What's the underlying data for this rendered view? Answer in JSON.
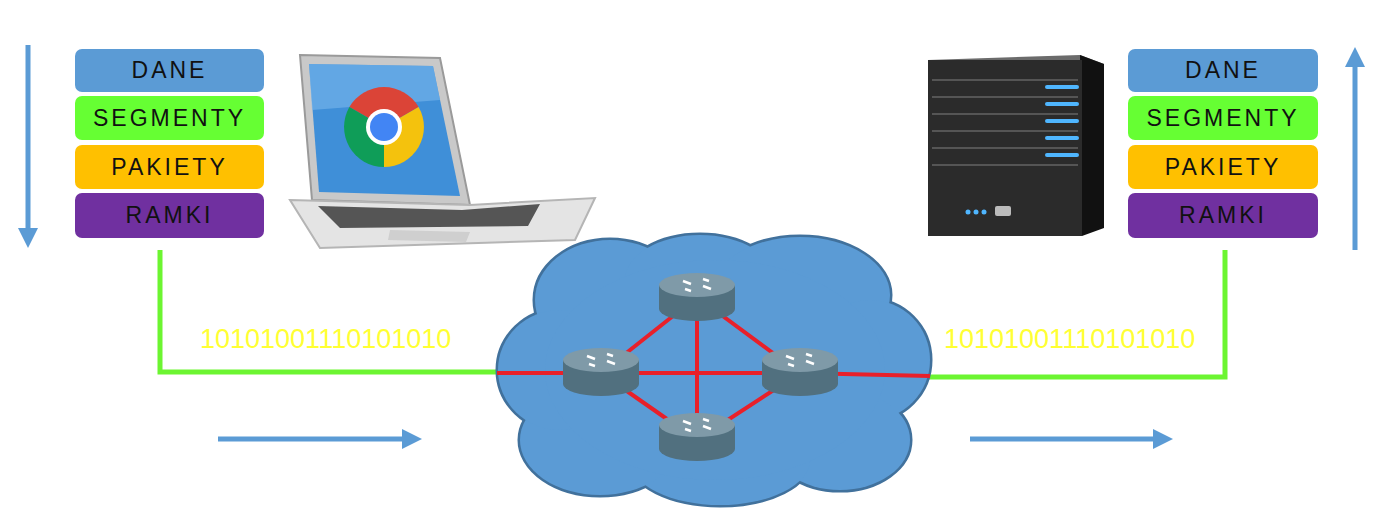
{
  "diagram": {
    "nodes": [
      {
        "text": [
          "DANE"
        ]
      },
      {
        "text": [
          "SEGMENTY"
        ]
      },
      {
        "text": [
          "PAKIETY"
        ]
      },
      {
        "text": [
          "RAMKI"
        ]
      },
      {
        "text": [
          "DANE"
        ]
      },
      {
        "text": [
          "SEGMENTY"
        ]
      },
      {
        "text": [
          "PAKIETY"
        ]
      },
      {
        "text": [
          "RAMKI"
        ]
      }
    ],
    "labels": [
      "10101001110101010",
      "10101001110101010"
    ]
  }
}
